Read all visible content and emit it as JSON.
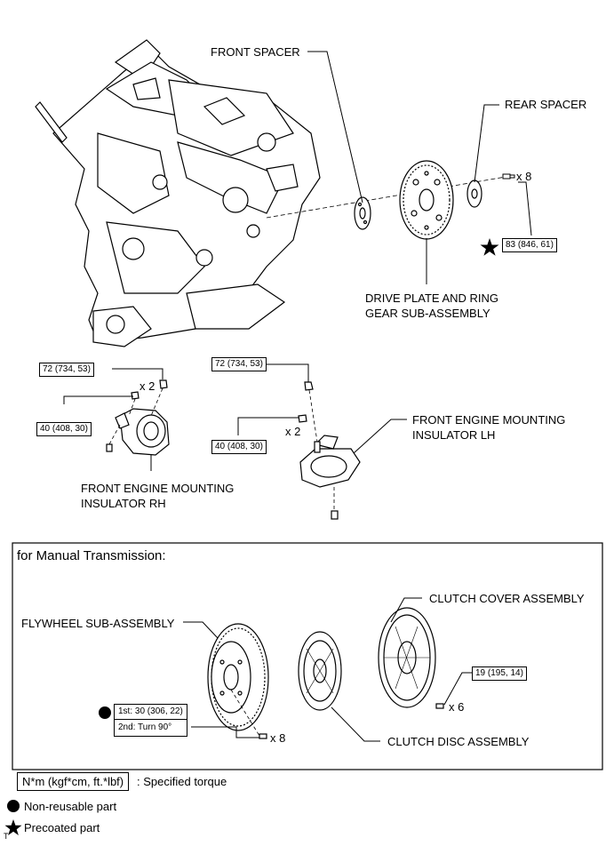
{
  "labels": {
    "front_spacer": "FRONT SPACER",
    "rear_spacer": "REAR SPACER",
    "drive_plate_l1": "DRIVE PLATE AND RING",
    "drive_plate_l2": "GEAR SUB-ASSEMBLY",
    "rh_l1": "FRONT ENGINE MOUNTING",
    "rh_l2": "INSULATOR RH",
    "lh_l1": "FRONT ENGINE MOUNTING",
    "lh_l2": "INSULATOR LH",
    "flywheel": "FLYWHEEL SUB-ASSEMBLY",
    "clutch_cover": "CLUTCH COVER ASSEMBLY",
    "clutch_disc": "CLUTCH DISC ASSEMBLY"
  },
  "torques": {
    "drive_plate_bolt": "83 (846, 61)",
    "rh_upper": "72 (734, 53)",
    "rh_lower": "40 (408, 30)",
    "lh_upper": "72 (734, 53)",
    "lh_lower": "40 (408, 30)",
    "clutch_cover_bolt": "19 (195, 14)",
    "flywheel_1st": "1st: 30 (306, 22)",
    "flywheel_2nd": "2nd: Turn 90°"
  },
  "quantities": {
    "drive_plate": "x 8",
    "rh_nut": "x 2",
    "lh_nut": "x 2",
    "clutch_cover": "x 6",
    "flywheel": "x 8"
  },
  "section": {
    "manual_title": "for Manual Transmission:"
  },
  "legend": {
    "torque_box": "N*m (kgf*cm, ft.*lbf)",
    "torque_text": ": Specified torque",
    "nonreusable": "Non-reusable part",
    "precoated": "Precoated part",
    "corner_mark": "T"
  }
}
